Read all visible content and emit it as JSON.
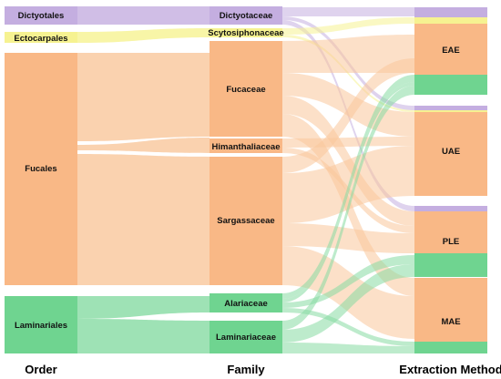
{
  "columns": [
    "Order",
    "Family",
    "Extraction Method"
  ],
  "colors": {
    "purple": "#c4aee0",
    "yellow": "#f6f291",
    "orange": "#f9c79b",
    "green": "#86dba3",
    "node_orange": "#f9b886",
    "node_green": "#6fd490"
  },
  "orders": [
    {
      "key": "dictyotales",
      "label": "Dictyotales",
      "color": "purple"
    },
    {
      "key": "ectocarpales",
      "label": "Ectocarpales",
      "color": "yellow"
    },
    {
      "key": "fucales",
      "label": "Fucales",
      "color": "orange"
    },
    {
      "key": "laminariales",
      "label": "Laminariales",
      "color": "green"
    }
  ],
  "families": [
    {
      "key": "dictyotaceae",
      "label": "Dictyotaceae",
      "color": "purple"
    },
    {
      "key": "scytosiphonaceae",
      "label": "Scytosiphonaceae",
      "color": "yellow"
    },
    {
      "key": "fucaceae",
      "label": "Fucaceae",
      "color": "orange"
    },
    {
      "key": "himanthaliaceae",
      "label": "Himanthaliaceae",
      "color": "orange"
    },
    {
      "key": "sargassaceae",
      "label": "Sargassaceae",
      "color": "orange"
    },
    {
      "key": "alariaceae",
      "label": "Alariaceae",
      "color": "green"
    },
    {
      "key": "laminariaceae",
      "label": "Laminariaceae",
      "color": "green"
    }
  ],
  "methods": [
    {
      "key": "eae",
      "label": "EAE"
    },
    {
      "key": "uae",
      "label": "UAE"
    },
    {
      "key": "ple",
      "label": "PLE"
    },
    {
      "key": "mae",
      "label": "MAE"
    }
  ]
}
